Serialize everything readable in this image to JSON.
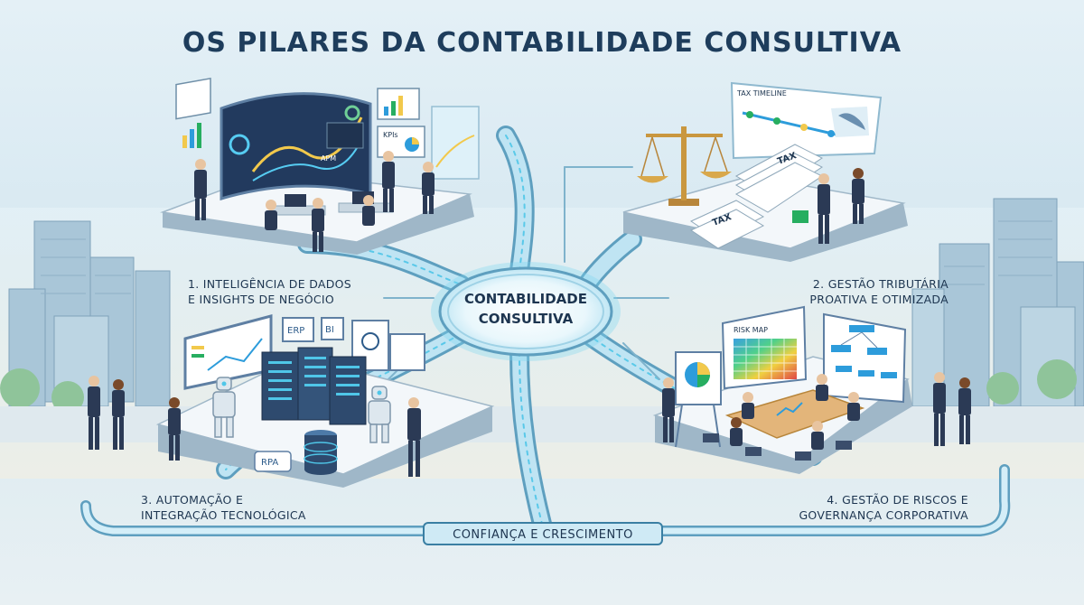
{
  "title": "OS PILARES DA CONTABILIDADE CONSULTIVA",
  "hub": {
    "line1": "CONTABILIDADE",
    "line2": "CONSULTIVA"
  },
  "pillars": [
    {
      "line1": "1. INTELIGÊNCIA DE DADOS",
      "line2": "E INSIGHTS DE NEGÓCIO"
    },
    {
      "line1": "2. GESTÃO TRIBUTÁRIA",
      "line2": "PROATIVA E OTIMIZADA"
    },
    {
      "line1": "3. AUTOMAÇÃO E",
      "line2": "INTEGRAÇÃO TECNOLÓGICA"
    },
    {
      "line1": "4. GESTÃO DE RISCOS E",
      "line2": "GOVERNANÇA CORPORATIVA"
    }
  ],
  "banner": "CONFIANÇA E CRESCIMENTO",
  "panel_texts": {
    "kpis": "KPIs",
    "apm": "APM",
    "tax_timeline": "TAX TIMELINE",
    "tax": "TAX",
    "erp": "ERP",
    "bi": "BI",
    "rpa": "RPA",
    "risk_map": "RISK MAP"
  },
  "colors": {
    "title": "#1e3d5c",
    "platform": "#f3f7fa",
    "platform_edge": "#9fb7c8",
    "flow": "#9fd2e6",
    "flow_edge": "#5e9fbf",
    "hub": "#e9f7fc",
    "hub_glow": "#7fd6f0",
    "suit": "#2b3a55",
    "server": "#2e4a6e"
  }
}
